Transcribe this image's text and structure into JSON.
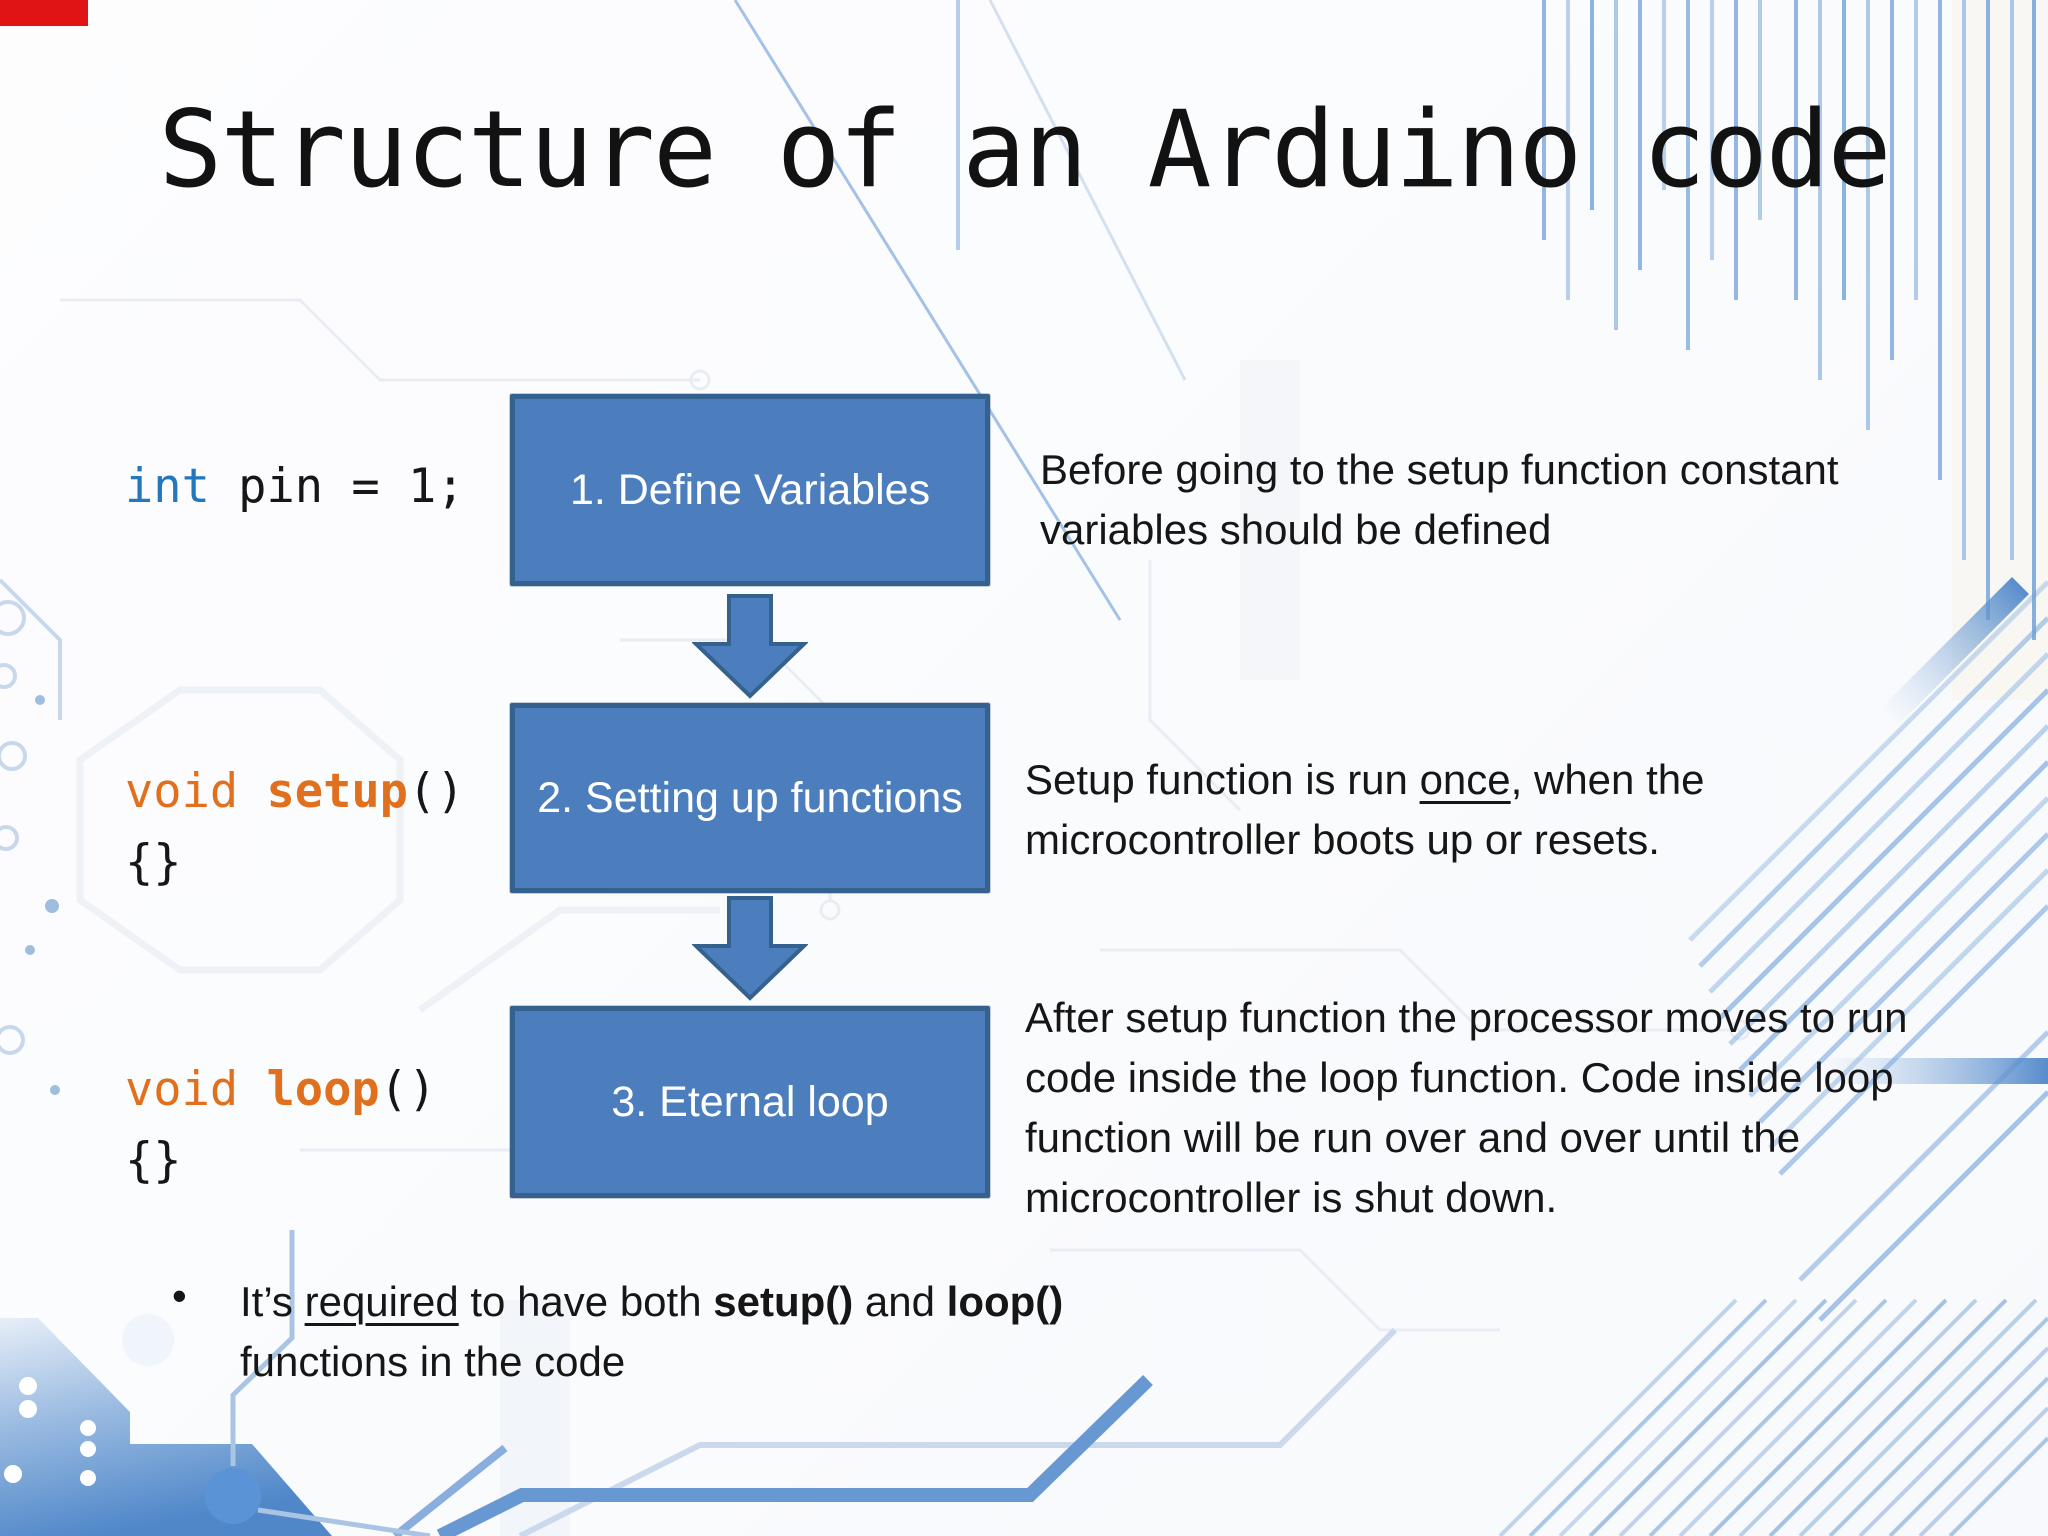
{
  "slide": {
    "title": "Structure of an Arduino code",
    "code_snippets": [
      {
        "keyword": "int",
        "rest": " pin = 1;"
      },
      {
        "keyword": "void",
        "name": "setup",
        "parens": "()",
        "braces": "{}"
      },
      {
        "keyword": "void",
        "name": "loop",
        "parens": "()",
        "braces": "{}"
      }
    ],
    "flowchart": {
      "boxes": [
        {
          "label": "1. Define Variables"
        },
        {
          "label": "2. Setting up functions"
        },
        {
          "label": "3. Eternal loop"
        }
      ],
      "arrow_direction": "down"
    },
    "notes": [
      {
        "text": "Before going to the setup function constant variables should be defined"
      },
      {
        "pre": "Setup function is run ",
        "underlined": "once",
        "post": ", when the microcontroller boots up or resets."
      },
      {
        "text": "After setup function the processor moves to run code inside the loop function. Code inside loop function will be run over and over until the microcontroller is shut down."
      }
    ],
    "bullet": {
      "marker": "•",
      "pre": "It’s ",
      "underlined": "required",
      "mid1": " to have both ",
      "bold1": "setup()",
      "mid2": " and ",
      "bold2": "loop()",
      "post": " functions in the code"
    },
    "colors": {
      "keyword_blue": "#2277bd",
      "keyword_orange": "#e0701d",
      "box_fill": "#4c7dbd",
      "box_border": "#35618e",
      "accent_circuit_blue": "#6f9fd8",
      "corner_red": "#e01414"
    }
  }
}
